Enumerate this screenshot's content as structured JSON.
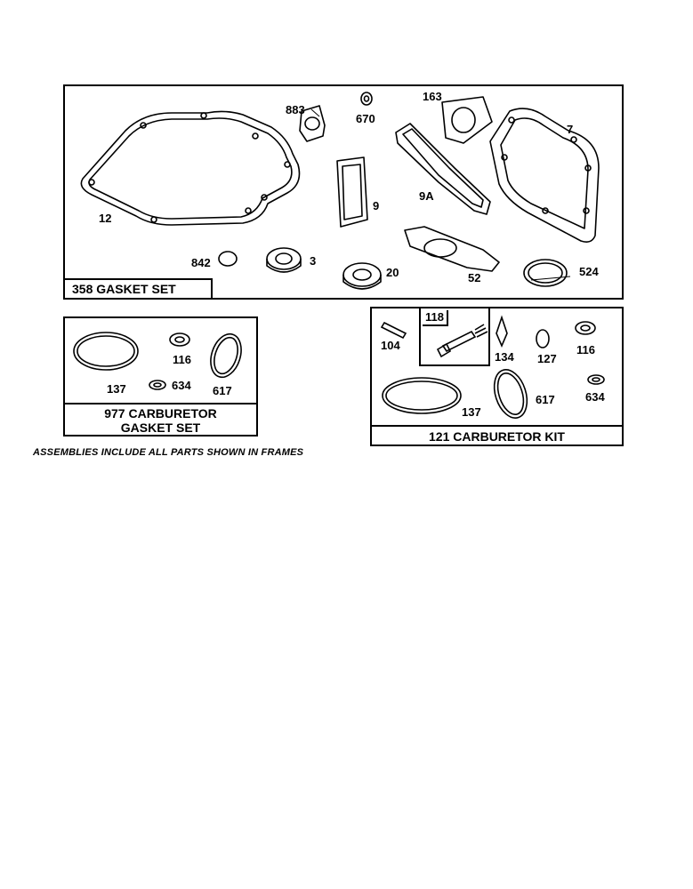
{
  "kits": {
    "gasket_set": {
      "title": "358 GASKET SET",
      "parts": {
        "p12": "12",
        "p883": "883",
        "p670": "670",
        "p163": "163",
        "p7": "7",
        "p9": "9",
        "p9a": "9A",
        "p842": "842",
        "p3": "3",
        "p20": "20",
        "p52": "52",
        "p524": "524"
      }
    },
    "carb_gasket_set": {
      "title_line1": "977 CARBURETOR",
      "title_line2": "GASKET SET",
      "parts": {
        "p116": "116",
        "p137": "137",
        "p634": "634",
        "p617": "617"
      }
    },
    "carb_kit": {
      "title": "121 CARBURETOR KIT",
      "subassembly": "118",
      "parts": {
        "p104": "104",
        "p134": "134",
        "p127": "127",
        "p116": "116",
        "p137": "137",
        "p617": "617",
        "p634": "634"
      }
    }
  },
  "footnote": "ASSEMBLIES INCLUDE ALL PARTS SHOWN IN FRAMES"
}
